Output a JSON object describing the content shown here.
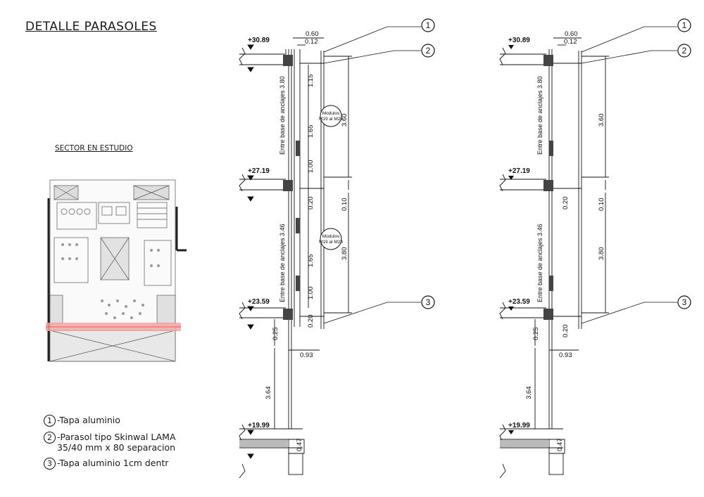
{
  "title": "DETALLE PARASOLES",
  "sector_label": "SECTOR EN ESTUDIO",
  "legend": [
    {
      "num": "1",
      "text": "-Tapa aluminio"
    },
    {
      "num": "2",
      "text": "-Parasol tipo Skinwal LAMA\n 35/40 mm x 80 separacion"
    },
    {
      "num": "3",
      "text": "-Tapa aluminio 1cm dentr"
    }
  ],
  "levels": [
    "+30.89",
    "+27.19",
    "+23.59",
    "+19.99"
  ],
  "callouts": [
    "1",
    "2",
    "3"
  ],
  "left_section": {
    "top_dims": [
      "0.60",
      "0.12"
    ],
    "vertical_dims": [
      "1.15",
      "1.65",
      "1.00",
      "0.20",
      "1.65",
      "1.00",
      "0.20"
    ],
    "anchor_labels": [
      "Entre base de anclajes 3.80",
      "Entre base de anclajes 3.46"
    ],
    "right_dims": [
      "3.60",
      "0.10",
      "3.80"
    ],
    "badge": [
      "Modulos",
      "M19 al M28"
    ],
    "bottom_dims": [
      "0.25",
      "0.93",
      "3.64",
      "0.47"
    ]
  },
  "right_section": {
    "top_dims": [
      "0.60",
      "0.12"
    ],
    "anchor_labels": [
      "Entre base de anclajes 3.80",
      "Entre base de anclajes 3.46"
    ],
    "right_dims": [
      "3.60",
      "0.10",
      "3.80"
    ],
    "vertical_dims": [
      "0.20",
      "0.20"
    ],
    "bottom_dims": [
      "0.25",
      "0.93",
      "3.64",
      "0.47"
    ]
  }
}
